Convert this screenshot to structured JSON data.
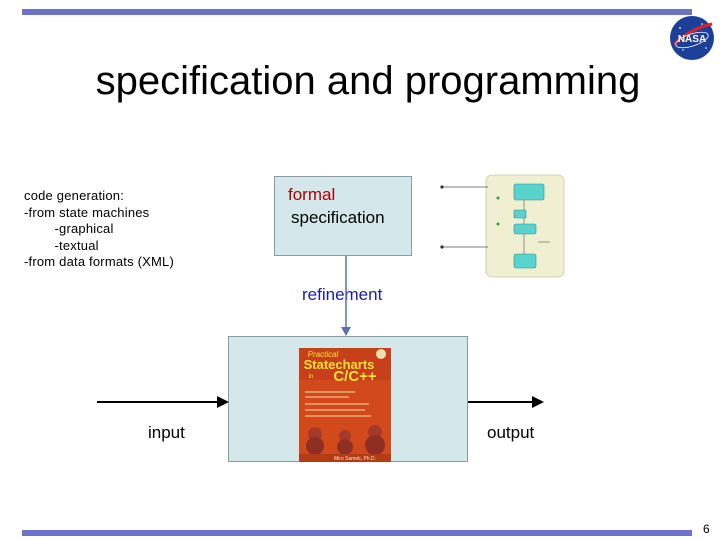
{
  "slide": {
    "title": "specification and programming",
    "page_number": "6"
  },
  "notes": {
    "lines": [
      "code generation:",
      "-from state machines",
      "        -graphical",
      "        -textual",
      "-from data formats (XML)"
    ]
  },
  "spec_box": {
    "line1": "formal",
    "line2": "specification"
  },
  "flow": {
    "refinement_label": "refinement",
    "input_label": "input",
    "output_label": "output"
  },
  "book": {
    "title_line1": "Practical",
    "title_line2": "Statecharts",
    "title_line3": "in",
    "title_line4": "C/C++",
    "author": "Miro Samek, Ph.D."
  },
  "logo": {
    "text": "NASA"
  },
  "colors": {
    "bar": "#6b74c9",
    "box_fill": "#d4e8ec",
    "formal_text": "#b00000",
    "refinement_text": "#1a1ab0",
    "book_cover": "#d24a1c",
    "book_title": "#f2e23a"
  }
}
